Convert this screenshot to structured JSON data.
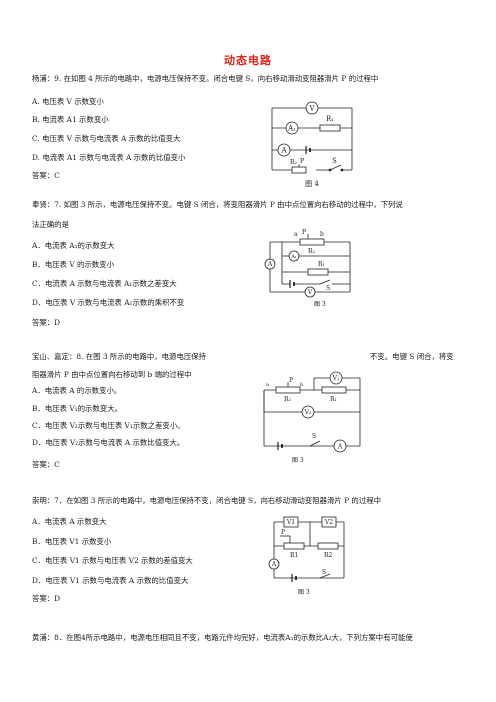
{
  "title": "动态电路",
  "q1": {
    "lead": "杨浦：9.      在如图 4 所示的电路中，电源电压保持不变。闭合电键 S，向右移动滑动变阻器滑片 P 的过程中",
    "options": [
      "A.  电压表 V 示数变小",
      "B.  电流表 A1 示数变小",
      "C.  电压表 V 示数与电流表 A 示数的比值变大",
      "D.  电流表 A1 示数与电流表 A 示数的比值变小"
    ],
    "answer": "答案：C",
    "figure": {
      "meter_v": "V",
      "meter_a1": "A₁",
      "meter_a": "A",
      "r1": "R₁",
      "r2": "R₂",
      "s": "S",
      "p": "P",
      "caption": "图 4"
    }
  },
  "q2": {
    "lead": "奉贤：7. 如图 3 所示，电源电压保持不变。电键 S 闭合，将变阻器滑片 P 由中点位置向右移动的过程中，下列说",
    "lead2": "法正确的是",
    "options": [
      "A．电流表 A₁的示数变大",
      "B．电压表 V 的示数变小",
      "C．电流表 A 示数与电流表 A₁示数之差变大",
      "D．电压表 V 示数与电流表 A₁示数的乘积不变"
    ],
    "answer": "答案：D",
    "figure": {
      "a": "a",
      "b": "b",
      "p": "P",
      "r2": "R₂",
      "r1": "R₁",
      "meter_a1": "A₁",
      "meter_a": "A",
      "meter_v": "V",
      "s": "S",
      "caption": "图 3"
    }
  },
  "q3": {
    "lead": "宝山、嘉定：8.  在图 3 所示的电路中，电源电压保持",
    "lead_right": "不变。电键 S 闭合，将变",
    "lead2": "阻器滑片 P 由中点位置向右移动到 b 端的过程中",
    "options": [
      "A．电流表 A 的示数变小。",
      "B．电压表 V₁的示数变大。",
      "C．电压表 V₂示数与电压表 V₁示数之差变小。",
      "D．电压表 V₂示数与电流表 A 示数比值变大。"
    ],
    "answer": "答案：C",
    "figure": {
      "a": "a",
      "b": "b",
      "p": "P",
      "r2": "R₂",
      "r1": "R₁",
      "meter_v1": "V₁",
      "meter_v2": "V₂",
      "meter_a": "A",
      "s": "S",
      "caption": "图 3"
    }
  },
  "q4": {
    "lead": "崇明：7．在如图  3  所示的电路中，电源电压保持不变，闭合电键 S，向右移动滑动变阻器滑片  P  的过程中",
    "options": [
      "A．电流表 A 示数变大",
      "B．电压表 V1 示数变小",
      "C．电压表 V1 示数与电压表 V2 示数的差值变大",
      "D．电压表 V1 示数与电流表 A 示数的比值变大"
    ],
    "answer": "答案：D",
    "figure": {
      "meter_v1": "V1",
      "meter_v2": "V2",
      "p": "P",
      "r1": "R1",
      "r2": "R2",
      "meter_a": "A",
      "s": "S",
      "caption": "图 3"
    }
  },
  "q5": {
    "lead": "黄浦：8．在图4所示电路中，电源电压相同且不变，电路元件均完好，电流表A₁的示数比A₂大，下列方案中有可能使"
  }
}
